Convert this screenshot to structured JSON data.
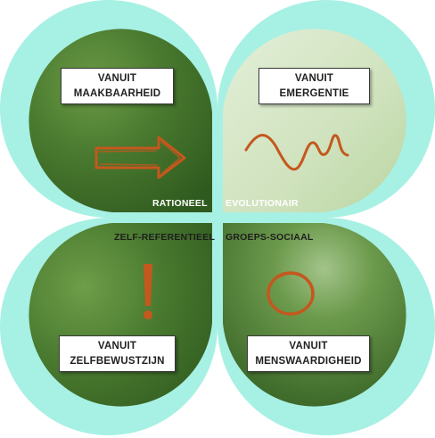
{
  "quadrants": {
    "top_left": {
      "line1": "VANUIT",
      "line2": "MAAKBAARHEID",
      "icon": "arrow-right-icon"
    },
    "top_right": {
      "line1": "VANUIT",
      "line2": "EMERGENTIE",
      "icon": "wave-icon"
    },
    "bottom_left": {
      "line1": "VANUIT",
      "line2": "ZELFBEWUSTZIJN",
      "icon": "exclamation-icon"
    },
    "bottom_right": {
      "line1": "VANUIT",
      "line2": "MENSWAARDIGHEID",
      "icon": "circle-icon"
    }
  },
  "axis_labels": {
    "rationeel": "RATIONEEL",
    "evolutionair": "EVOLUTIONAIR",
    "zelf_referentieel": "ZELF-REFERENTIEEL",
    "groeps_sociaal": "GROEPS-SOCIAAL"
  },
  "colors": {
    "outer_aqua": "#a7f0e4",
    "dark_green": "#3a6a25",
    "light_green": "#cfe3bf",
    "icon_orange": "#c4581e"
  }
}
